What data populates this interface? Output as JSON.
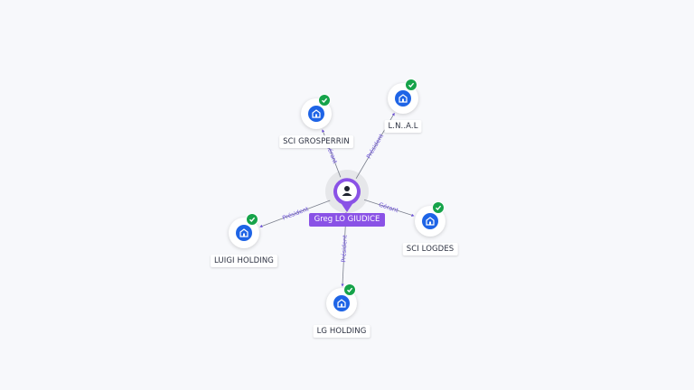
{
  "center": {
    "name": "Greg LO GIUDICE"
  },
  "companies": [
    {
      "id": "sci-grosperrin",
      "name": "SCI GROSPERRIN"
    },
    {
      "id": "lnal",
      "name": "L.N..A.L"
    },
    {
      "id": "sci-logdes",
      "name": "SCI LOGDES"
    },
    {
      "id": "lg-holding",
      "name": "LG HOLDING"
    },
    {
      "id": "luigi-holding",
      "name": "LUIGI HOLDING"
    }
  ],
  "edges": [
    {
      "to": "sci-grosperrin",
      "role": "Gérant"
    },
    {
      "to": "lnal",
      "role": "Président"
    },
    {
      "to": "sci-logdes",
      "role": "Gérant"
    },
    {
      "to": "lg-holding",
      "role": "Président"
    },
    {
      "to": "luigi-holding",
      "role": "Président"
    }
  ],
  "colors": {
    "accent": "#8a52e6",
    "building": "#1e64e6",
    "check": "#16a34a",
    "edge": "#7a7f8c",
    "edge_label": "#6b4fd8"
  },
  "icons": {
    "company": "building-icon",
    "verified": "check-icon",
    "person": "person-icon"
  }
}
